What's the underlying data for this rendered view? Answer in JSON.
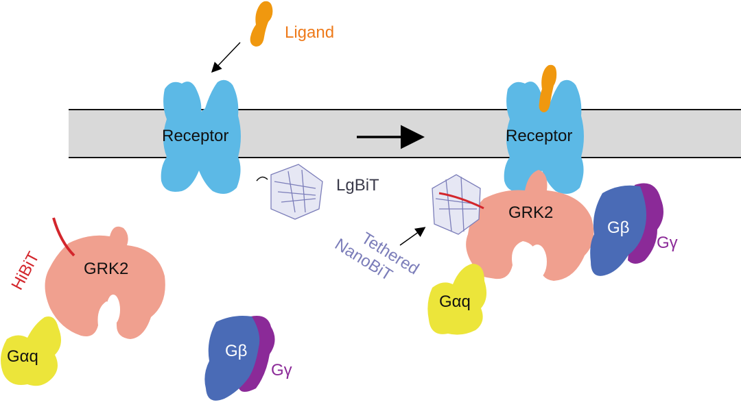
{
  "labels": {
    "ligand": "Ligand",
    "receptor_left": "Receptor",
    "receptor_right": "Receptor",
    "lgbit": "LgBiT",
    "hibit": "HiBiT",
    "grk2_left": "GRK2",
    "grk2_right": "GRK2",
    "galphaq_left": "Gαq",
    "galphaq_right": "Gαq",
    "gbeta_left": "Gβ",
    "gbeta_right": "Gβ",
    "ggamma_left": "Gγ",
    "ggamma_right": "Gγ",
    "tethered_line1": "Tethered",
    "tethered_line2": "NanoBiT"
  },
  "colors": {
    "membrane": "#d9d9d9",
    "receptor": "#5cb9e6",
    "ligand": "#f0980f",
    "grk2": "#f0a08f",
    "galphaq": "#ece53a",
    "gbeta": "#4a6bb6",
    "ggamma": "#8b2a98",
    "hibit": "#d3262c",
    "nanobit": "#7b7db9",
    "lgbit_text": "#3a3a4a"
  }
}
